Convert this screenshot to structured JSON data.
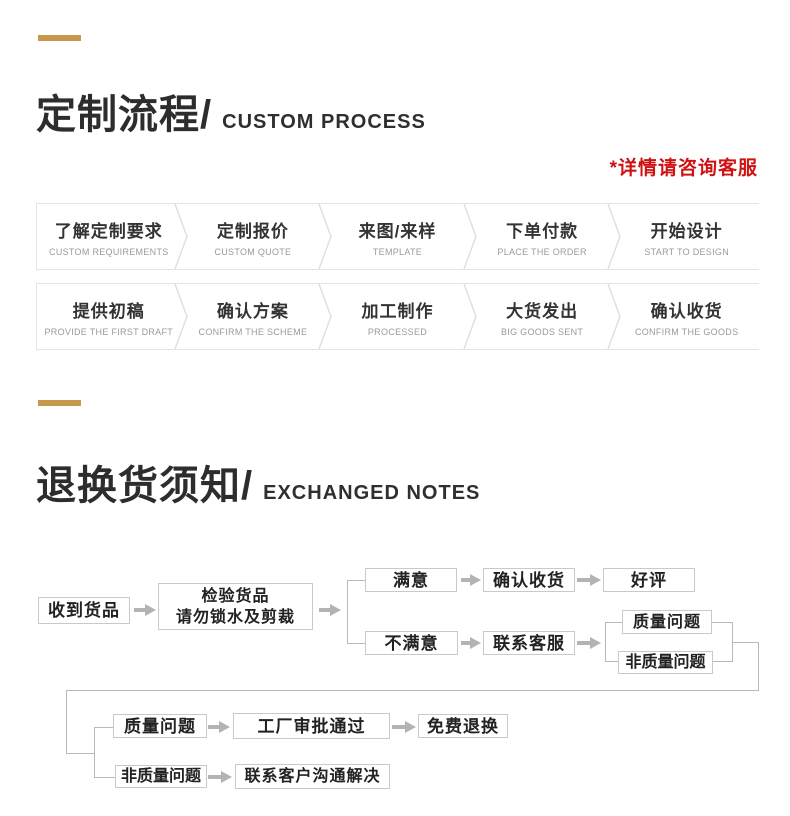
{
  "accent": {
    "gold": "#c8984e",
    "red": "#d01111"
  },
  "section_custom": {
    "title_zh": "定制流程/",
    "title_en": "CUSTOM PROCESS",
    "note": "*详情请咨询客服",
    "steps_row1": [
      {
        "zh": "了解定制要求",
        "en": "CUSTOM REQUIREMENTS"
      },
      {
        "zh": "定制报价",
        "en": "CUSTOM QUOTE"
      },
      {
        "zh": "来图/来样",
        "en": "TEMPLATE"
      },
      {
        "zh": "下单付款",
        "en": "PLACE THE ORDER"
      },
      {
        "zh": "开始设计",
        "en": "START TO DESIGN"
      }
    ],
    "steps_row2": [
      {
        "zh": "提供初稿",
        "en": "PROVIDE THE FIRST DRAFT"
      },
      {
        "zh": "确认方案",
        "en": "CONFIRM THE SCHEME"
      },
      {
        "zh": "加工制作",
        "en": "PROCESSED"
      },
      {
        "zh": "大货发出",
        "en": "BIG GOODS SENT"
      },
      {
        "zh": "确认收货",
        "en": "CONFIRM THE GOODS"
      }
    ]
  },
  "section_exchange": {
    "title_zh": "退换货须知/",
    "title_en": "EXCHANGED NOTES",
    "flow": {
      "received": "收到货品",
      "inspect_line1": "检验货品",
      "inspect_line2": "请勿锁水及剪裁",
      "satisfied": "满意",
      "unsatisfied": "不满意",
      "confirm_receipt": "确认收货",
      "good_review": "好评",
      "contact_service": "联系客服",
      "quality_issue_top": "质量问题",
      "non_quality_issue_top": "非质量问题",
      "quality_issue_bottom": "质量问题",
      "factory_approval": "工厂审批通过",
      "free_exchange": "免费退换",
      "non_quality_issue_bottom": "非质量问题",
      "contact_resolve": "联系客户沟通解决"
    }
  }
}
